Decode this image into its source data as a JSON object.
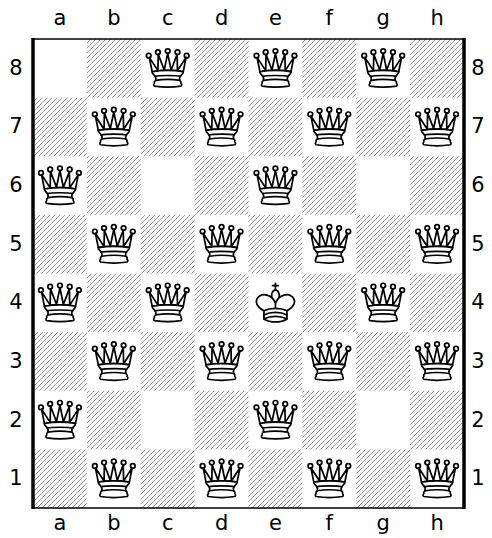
{
  "diagram": {
    "labels": [
      "a",
      "b",
      "c",
      "d",
      "e",
      "f",
      "g",
      "h",
      "8",
      "8",
      "7",
      "7",
      "6",
      "6",
      "5",
      "5",
      "4",
      "4",
      "3",
      "3",
      "2",
      "2",
      "1",
      "1",
      "a",
      "b",
      "c",
      "d",
      "e",
      "f",
      "g",
      "h"
    ]
  }
}
